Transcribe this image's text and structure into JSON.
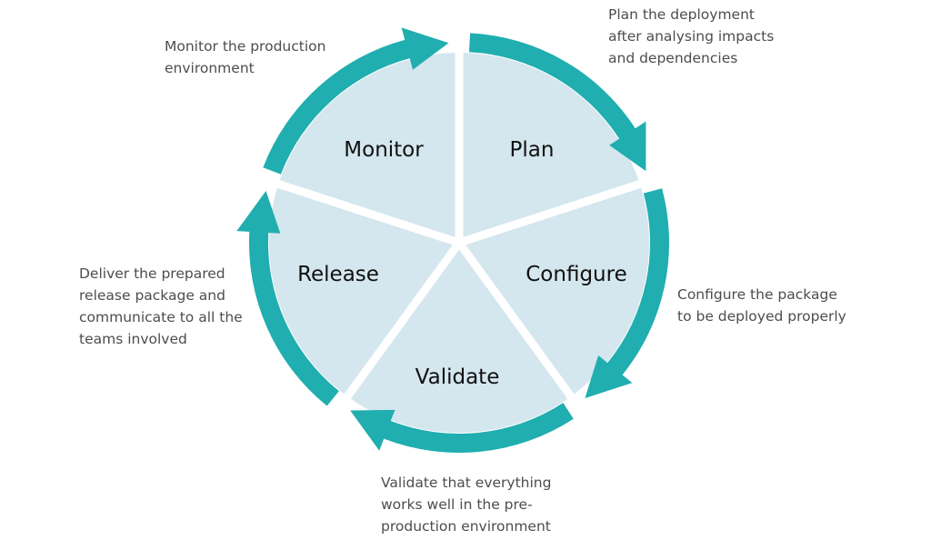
{
  "colors": {
    "arrow": "#20aeb0",
    "sector_fill": "#d4e6ee",
    "separator": "#ffffff",
    "description_text": "#4d4d4d",
    "stage_text": "#111111"
  },
  "stages": [
    {
      "label": "Plan",
      "description": [
        "Plan the deployment",
        "after analysing impacts",
        "and dependencies"
      ]
    },
    {
      "label": "Configure",
      "description": [
        "Configure the package",
        "to be deployed properly"
      ]
    },
    {
      "label": "Validate",
      "description": [
        "Validate that everything",
        "works well in the pre-",
        "production environment"
      ]
    },
    {
      "label": "Release",
      "description": [
        "Deliver the prepared",
        "release package and",
        "communicate to all the",
        "teams involved"
      ]
    },
    {
      "label": "Monitor",
      "description": [
        "Monitor the production",
        "environment"
      ]
    }
  ]
}
